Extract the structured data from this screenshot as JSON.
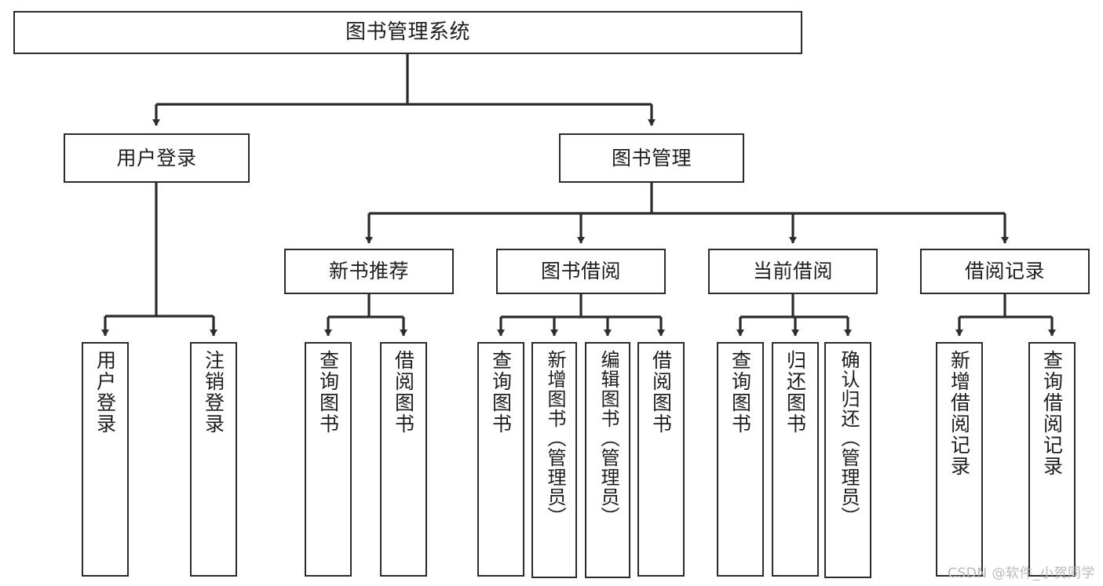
{
  "diagram": {
    "title": "图书管理系统",
    "type": "tree-hierarchy-chart",
    "edge_color": "#2b2b2b",
    "box_border_color": "#2b2b2b",
    "background_color": "#ffffff",
    "watermark": "CSDN @软件_小贺同学"
  },
  "nodes": {
    "root": {
      "label": "图书管理系统"
    },
    "level1": [
      {
        "id": "user-login",
        "label": "用户登录"
      },
      {
        "id": "book-management",
        "label": "图书管理"
      }
    ],
    "level2": [
      {
        "id": "new-book-recommend",
        "label": "新书推荐"
      },
      {
        "id": "book-borrow",
        "label": "图书借阅"
      },
      {
        "id": "current-borrow",
        "label": "当前借阅"
      },
      {
        "id": "borrow-record",
        "label": "借阅记录"
      }
    ],
    "leaves": {
      "user-login": [
        {
          "id": "leaf-user-login",
          "label": "用户登录"
        },
        {
          "id": "leaf-user-logout",
          "label": "注销登录"
        }
      ],
      "new-book-recommend": [
        {
          "id": "leaf-query-book-1",
          "label": "查询图书"
        },
        {
          "id": "leaf-borrow-book-1",
          "label": "借阅图书"
        }
      ],
      "book-borrow": [
        {
          "id": "leaf-query-book-2",
          "label": "查询图书"
        },
        {
          "id": "leaf-add-book-admin",
          "label": "新增图书（管理员）"
        },
        {
          "id": "leaf-edit-book-admin",
          "label": "编辑图书（管理员）"
        },
        {
          "id": "leaf-borrow-book-2",
          "label": "借阅图书"
        }
      ],
      "current-borrow": [
        {
          "id": "leaf-query-book-3",
          "label": "查询图书"
        },
        {
          "id": "leaf-return-book",
          "label": "归还图书"
        },
        {
          "id": "leaf-confirm-return-admin",
          "label": "确认归还（管理员）"
        }
      ],
      "borrow-record": [
        {
          "id": "leaf-add-borrow-record",
          "label": "新增借阅记录"
        },
        {
          "id": "leaf-query-borrow-record",
          "label": "查询借阅记录"
        }
      ]
    }
  }
}
